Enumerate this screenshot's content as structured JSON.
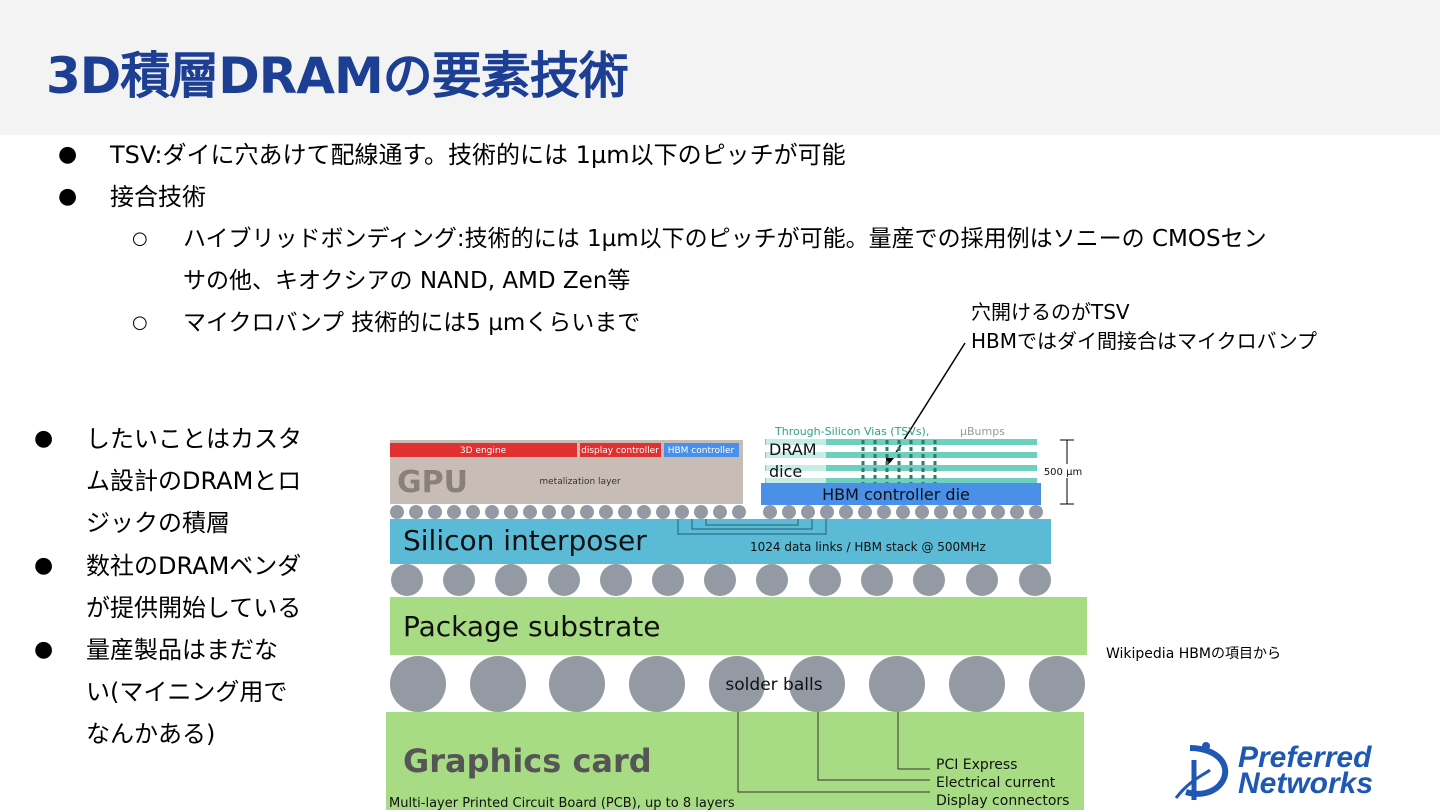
{
  "slide": {
    "title": "3D積層DRAMの要素技術",
    "bullets": [
      {
        "text": "TSV:ダイに穴あけて配線通す。技術的には 1µm以下のピッチが可能"
      },
      {
        "text": "接合技術"
      }
    ],
    "sub_bullets": [
      {
        "line1": "ハイブリッドボンディング:技術的には 1µm以下のピッチが可能。量産での採用例はソニーの CMOSセン",
        "line2": "サの他、キオクシアの NAND, AMD Zen等"
      },
      {
        "line1": "マイクロバンプ   技術的には5 µmくらいまで"
      }
    ],
    "left_bullets": [
      {
        "lines": [
          "したいことはカスタ",
          "ム設計のDRAMとロ",
          "ジックの積層"
        ]
      },
      {
        "lines": [
          "数社のDRAMベンダ",
          "が提供開始している"
        ]
      },
      {
        "lines": [
          "量産製品はまだな",
          "い(マイニング用で",
          "なんかある)"
        ]
      }
    ],
    "annotation": [
      "穴開けるのがTSV",
      "HBMではダイ間接合はマイクロバンプ"
    ],
    "credit": "Wikipedia HBMの項目から",
    "logo": {
      "line1": "Preferred",
      "line2": "Networks"
    }
  },
  "diagram": {
    "gpu": {
      "label": "GPU",
      "engine": "3D engine",
      "display": "display controller",
      "hbm": "HBM controller",
      "metal": "metalization layer"
    },
    "tsv_label": "Through-Silicon Vias (TSVs),",
    "ubumps_label": "µBumps",
    "dram_label": [
      "DRAM",
      "dice"
    ],
    "height_label": "500 µm",
    "hbm_die": "HBM controller die",
    "interposer": "Silicon interposer",
    "links": "1024 data links / HBM stack @ 500MHz",
    "substrate": "Package substrate",
    "solder": "solder balls",
    "card": "Graphics card",
    "pcb": "Multi-layer Printed Circuit Board (PCB), up to 8 layers",
    "connectors": [
      "PCI Express",
      "Electrical current",
      "Display connectors"
    ],
    "colors": {
      "red": "#e03030",
      "blue": "#4a8fe8",
      "teal": "#6fcfbf",
      "interposer": "#5bbad5",
      "green": "#a8dc84",
      "ball": "#939aa3",
      "gpu": "#c8bdb6"
    }
  }
}
